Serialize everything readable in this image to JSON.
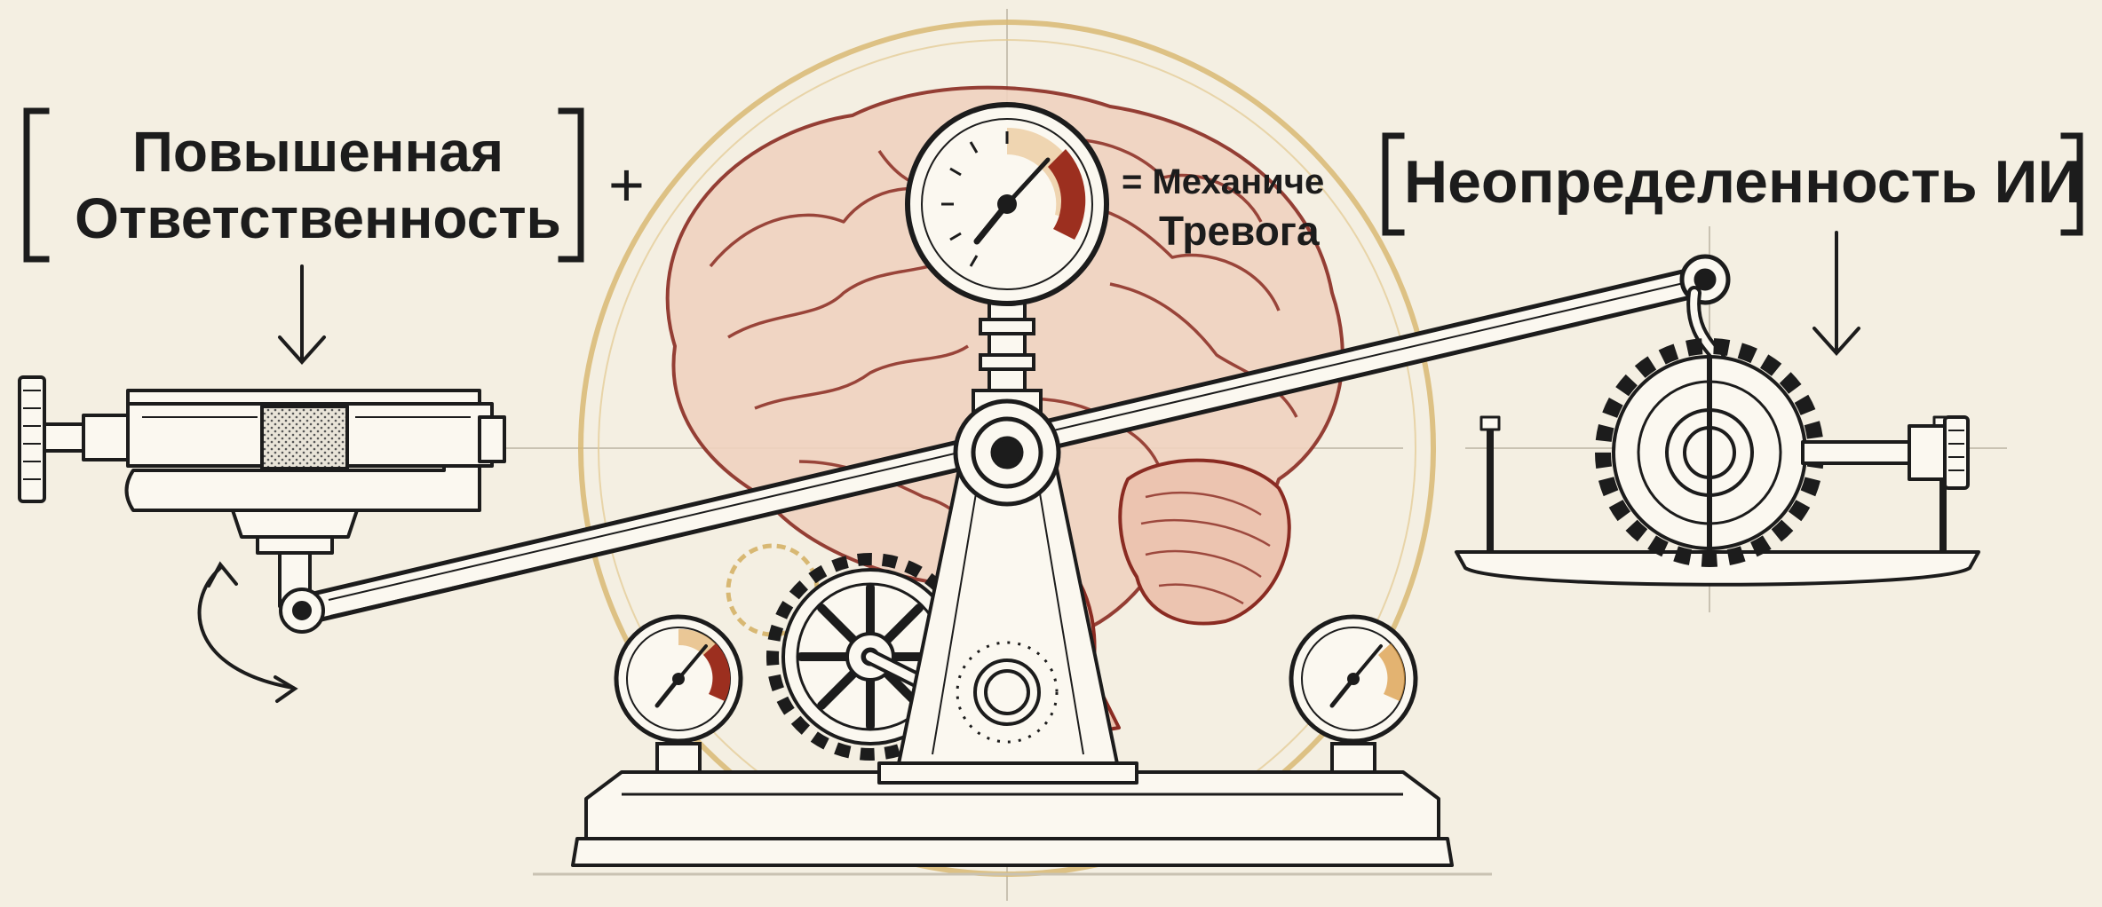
{
  "labels": {
    "left_line1": "Повышенная",
    "left_line2": "Ответственность",
    "plus": "+",
    "result_prefix": "= Механиче",
    "result_line2": "Тревога",
    "right": "Неопределенность ИИ"
  },
  "colors": {
    "background": "#f4efe2",
    "ink": "#1c1c1c",
    "brain": "#8a2b22",
    "gold": "#d8b873",
    "gauge_red": "#9c2f1f",
    "gauge_orange": "#d9963b"
  },
  "icons": {
    "left_device": "clamp-icon",
    "right_device": "gear-tray-icon",
    "center": "brain-icon",
    "gauges": "pressure-gauge-icon"
  }
}
